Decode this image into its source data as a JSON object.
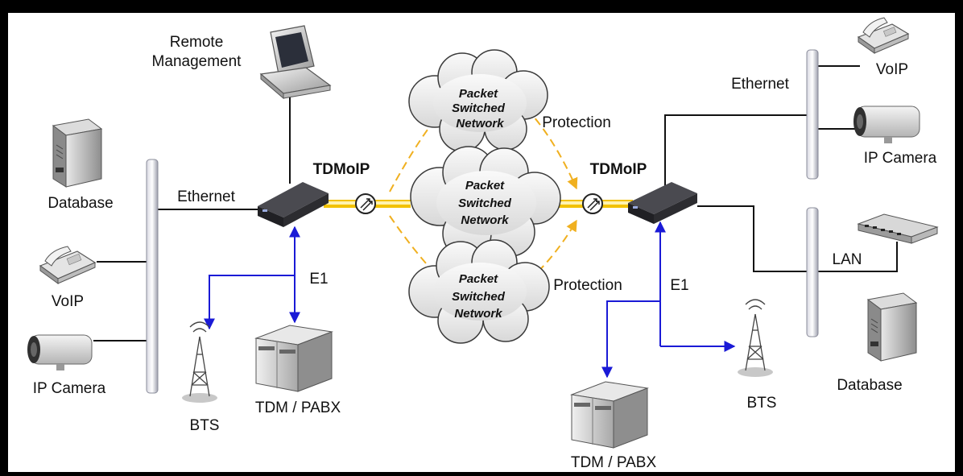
{
  "labels": {
    "remote_management_1": "Remote",
    "remote_management_2": "Management",
    "database_left": "Database",
    "ethernet_left": "Ethernet",
    "voip_left": "VoIP",
    "ip_camera_left": "IP Camera",
    "tdmoip_left": "TDMoIP",
    "e1_left": "E1",
    "bts_left": "BTS",
    "tdm_pabx_left": "TDM / PABX",
    "tdmoip_right": "TDMoIP",
    "ethernet_right": "Ethernet",
    "voip_right": "VoIP",
    "ip_camera_right": "IP Camera",
    "lan": "LAN",
    "e1_right": "E1",
    "bts_right": "BTS",
    "database_right": "Database",
    "tdm_pabx_right": "TDM / PABX",
    "protection_top": "Protection",
    "protection_bottom": "Protection"
  },
  "clouds": {
    "top": [
      "Packet",
      "Switched",
      "Network"
    ],
    "middle": [
      "Packet",
      "Switched",
      "Network"
    ],
    "bottom": [
      "Packet",
      "Switched",
      "Network"
    ]
  },
  "colors": {
    "frame": "#000000",
    "background": "#ffffff",
    "ethernet_line": "#111111",
    "e1_line": "#1a1ad6",
    "protection_path": "#f0b020",
    "trunk": "#f2c200",
    "cloud_fill": "#ececec",
    "device": "#2c2c30"
  },
  "icons": [
    "desktop-computer-icon",
    "server-icon",
    "phone-icon",
    "ip-camera-icon",
    "tdmoip-device-icon",
    "radio-tower-icon",
    "tdm-cabinet-icon",
    "lan-switch-icon",
    "cloud-icon",
    "optical-connector-icon"
  ]
}
